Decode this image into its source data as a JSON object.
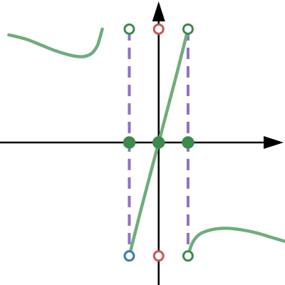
{
  "chart_data": {
    "type": "line",
    "title": "",
    "xlabel": "",
    "ylabel": "",
    "grid": false,
    "legend": "none",
    "xlim": [
      -5.4,
      4.3
    ],
    "ylim": [
      -4.9,
      4.9
    ],
    "colors": {
      "axis": "#000000",
      "curve": "#6fad7c",
      "asymptote": "#8e72be",
      "point_green": "#3d8a4d",
      "point_red": "#cc5555",
      "point_blue": "#3b78b5"
    },
    "series": [
      {
        "style": "solid",
        "points": [
          [
            -5.1,
            3.7
          ],
          [
            -4.5,
            3.55
          ],
          [
            -4.0,
            3.35
          ],
          [
            -3.5,
            3.15
          ],
          [
            -3.0,
            3.0
          ],
          [
            -2.6,
            2.95
          ],
          [
            -2.3,
            3.05
          ],
          [
            -2.1,
            3.3
          ],
          [
            -2.0,
            3.6
          ],
          [
            -1.92,
            3.9
          ]
        ]
      },
      {
        "style": "solid",
        "points": [
          [
            -1.0,
            -3.9
          ],
          [
            -0.6,
            -2.3
          ],
          [
            0.0,
            0.0
          ],
          [
            0.6,
            2.3
          ],
          [
            1.0,
            3.9
          ]
        ]
      },
      {
        "style": "solid",
        "points": [
          [
            1.0,
            -3.9
          ],
          [
            1.15,
            -3.45
          ],
          [
            1.4,
            -3.15
          ],
          [
            1.8,
            -3.0
          ],
          [
            2.3,
            -2.95
          ],
          [
            2.8,
            -3.0
          ],
          [
            3.3,
            -3.1
          ],
          [
            3.8,
            -3.25
          ],
          [
            4.3,
            -3.4
          ]
        ]
      }
    ],
    "asymptotes": [
      {
        "style": "dashed",
        "points": [
          [
            -1.0,
            3.9
          ],
          [
            -1.0,
            -3.9
          ]
        ]
      },
      {
        "style": "dashed",
        "points": [
          [
            1.0,
            3.9
          ],
          [
            1.0,
            -3.9
          ]
        ]
      }
    ],
    "markers": [
      {
        "x": -1.0,
        "y": 3.9,
        "fill": "open",
        "color": "point_green"
      },
      {
        "x": 0.0,
        "y": 3.9,
        "fill": "open",
        "color": "point_red"
      },
      {
        "x": 1.0,
        "y": 3.9,
        "fill": "open",
        "color": "point_green"
      },
      {
        "x": -1.0,
        "y": 0.0,
        "fill": "filled",
        "color": "point_green"
      },
      {
        "x": 0.0,
        "y": 0.0,
        "fill": "filled",
        "color": "point_green"
      },
      {
        "x": 1.0,
        "y": 0.0,
        "fill": "filled",
        "color": "point_green"
      },
      {
        "x": -1.0,
        "y": -3.9,
        "fill": "open",
        "color": "point_blue"
      },
      {
        "x": 0.0,
        "y": -3.9,
        "fill": "open",
        "color": "point_red"
      },
      {
        "x": 1.0,
        "y": -3.9,
        "fill": "open",
        "color": "point_green"
      }
    ]
  }
}
